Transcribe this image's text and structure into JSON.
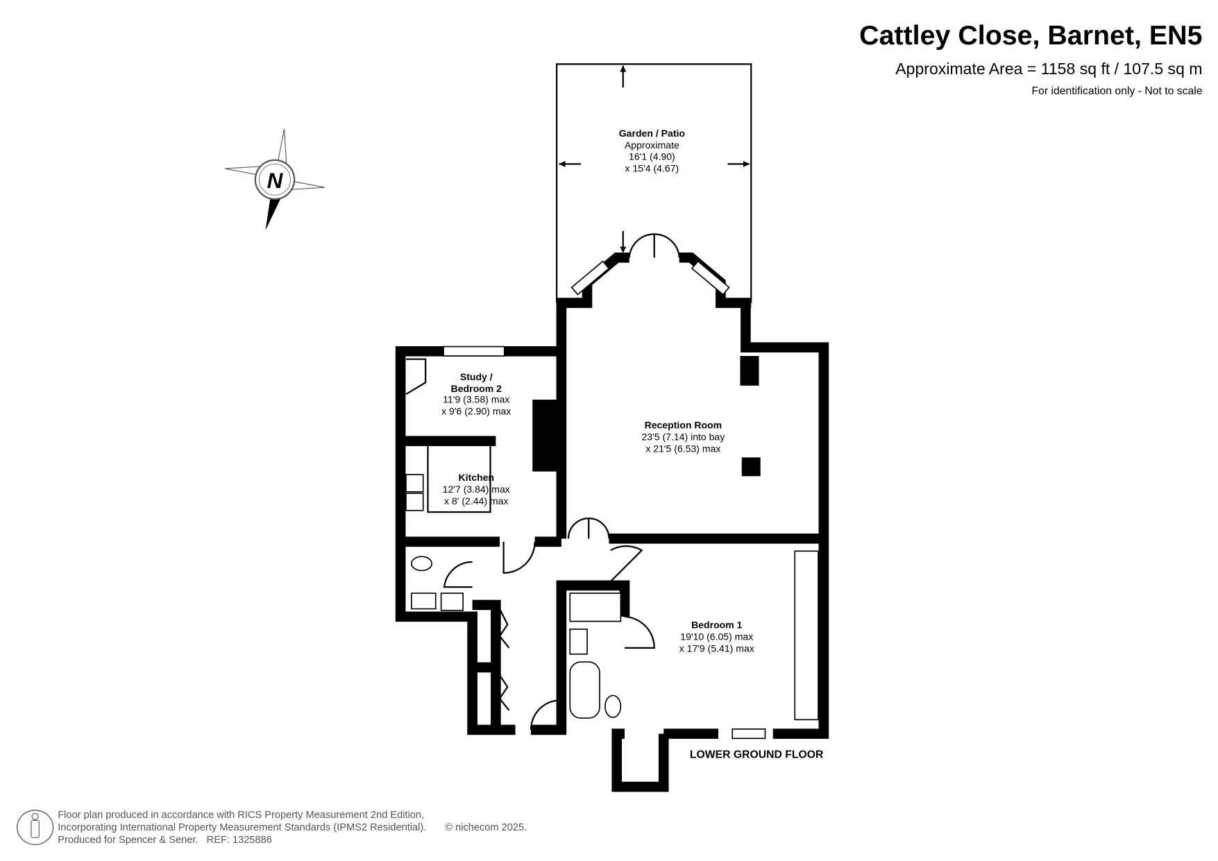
{
  "header": {
    "title": "Cattley Close, Barnet, EN5",
    "area": "Approximate Area = 1158 sq ft / 107.5 sq m",
    "disclaimer": "For identification only - Not to scale"
  },
  "compass": {
    "label": "N"
  },
  "rooms": {
    "garden": {
      "name": "Garden / Patio",
      "line1": "Approximate",
      "line2": "16'1 (4.90)",
      "line3": "x 15'4 (4.67)"
    },
    "study": {
      "name1": "Study /",
      "name2": "Bedroom 2",
      "line1": "11'9 (3.58) max",
      "line2": "x 9'6 (2.90) max"
    },
    "kitchen": {
      "name": "Kitchen",
      "line1": "12'7 (3.84) max",
      "line2": "x 8' (2.44) max"
    },
    "reception": {
      "name": "Reception Room",
      "line1": "23'5 (7.14) into bay",
      "line2": "x 21'5 (6.53) max"
    },
    "bedroom1": {
      "name": "Bedroom 1",
      "line1": "19'10 (6.05) max",
      "line2": "x 17'9 (5.41) max"
    }
  },
  "floor_label": "LOWER GROUND FLOOR",
  "footer": {
    "line1": "Floor plan produced in accordance with RICS Property Measurement 2nd Edition,",
    "line2": "Incorporating International Property Measurement Standards (IPMS2 Residential).",
    "copyright": "© nichecom 2025.",
    "line3": "Produced for Spencer & Sener.   REF: 1325886"
  }
}
